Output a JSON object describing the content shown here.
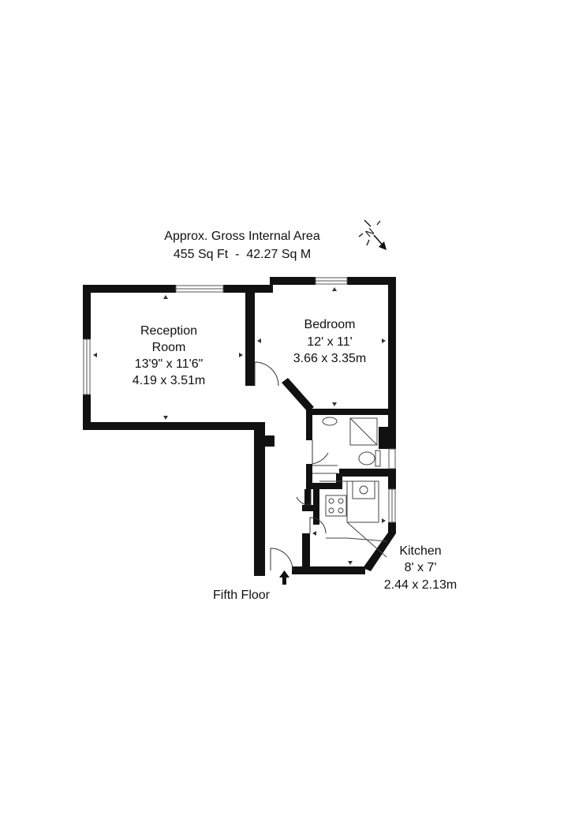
{
  "header": {
    "line1": "Approx. Gross Internal Area",
    "line2": "455 Sq Ft  -  42.27 Sq M"
  },
  "compass": {
    "letter": "N",
    "icon": "north-arrow-icon"
  },
  "rooms": {
    "reception": {
      "name1": "Reception",
      "name2": "Room",
      "imperial": "13'9\" x 11'6\"",
      "metric": "4.19 x 3.51m"
    },
    "bedroom": {
      "name": "Bedroom",
      "imperial": "12' x 11'",
      "metric": "3.66 x 3.35m"
    },
    "kitchen": {
      "name": "Kitchen",
      "imperial": "8' x 7'",
      "metric": "2.44 x 2.13m"
    }
  },
  "floor_label": "Fifth Floor",
  "colors": {
    "wall": "#111111",
    "fixture": "#333333",
    "background": "#ffffff"
  }
}
